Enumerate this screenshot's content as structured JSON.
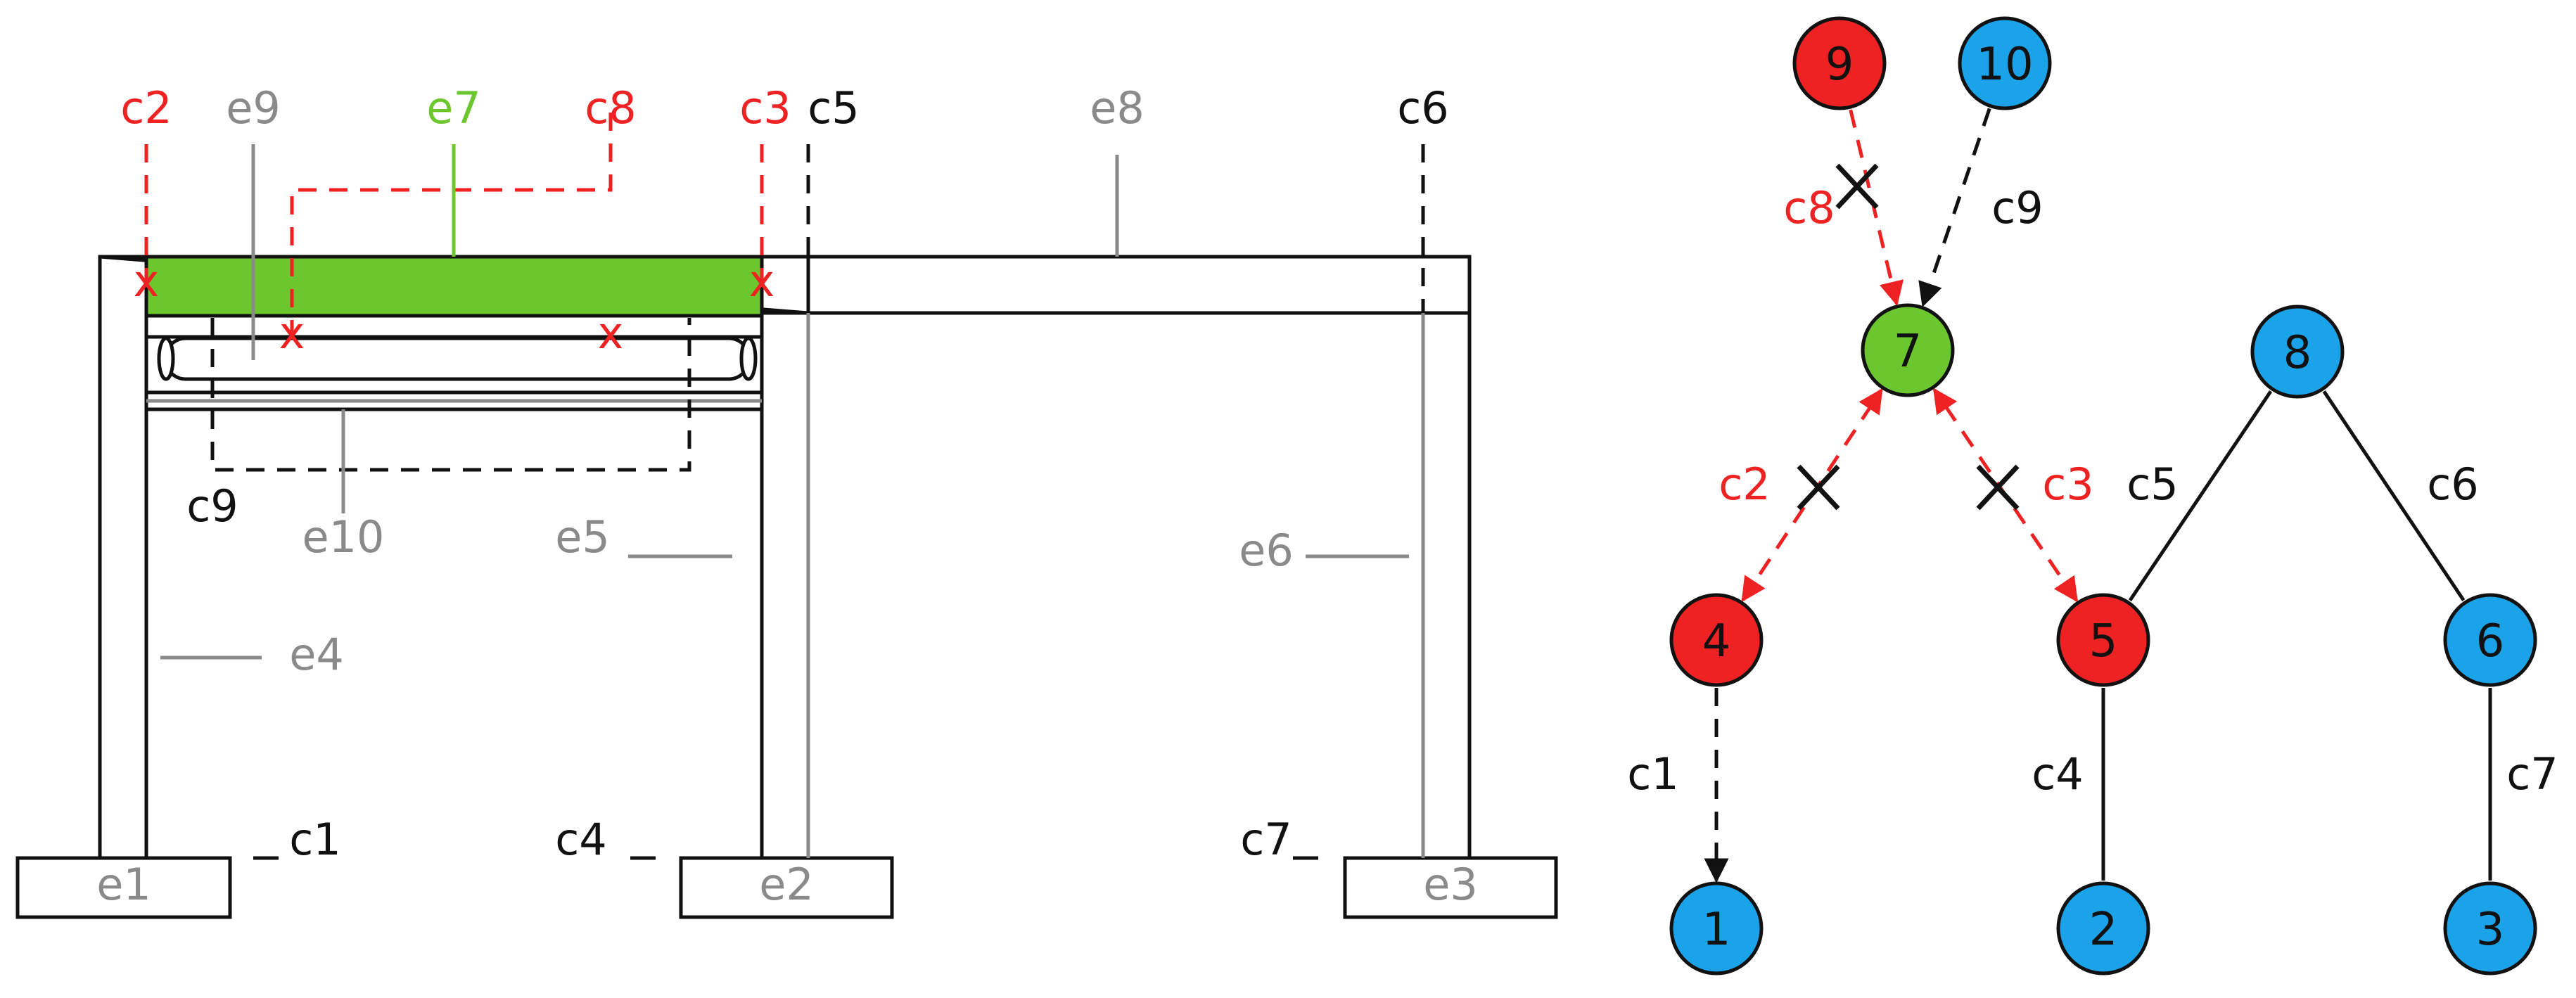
{
  "structure": {
    "element_labels": {
      "e1": "e1",
      "e2": "e2",
      "e3": "e3",
      "e4": "e4",
      "e5": "e5",
      "e6": "e6",
      "e7": "e7",
      "e8": "e8",
      "e9": "e9",
      "e10": "e10"
    },
    "connection_labels": {
      "c1": "c1",
      "c2": "c2",
      "c3": "c3",
      "c4": "c4",
      "c5": "c5",
      "c6": "c6",
      "c7": "c7",
      "c8": "c8",
      "c9": "c9"
    },
    "cut_mark": "x"
  },
  "graph": {
    "nodes": [
      {
        "id": "1",
        "label": "1",
        "color": "#1aa3e8"
      },
      {
        "id": "2",
        "label": "2",
        "color": "#1aa3e8"
      },
      {
        "id": "3",
        "label": "3",
        "color": "#1aa3e8"
      },
      {
        "id": "4",
        "label": "4",
        "color": "#ee2222"
      },
      {
        "id": "5",
        "label": "5",
        "color": "#ee2222"
      },
      {
        "id": "6",
        "label": "6",
        "color": "#1aa3e8"
      },
      {
        "id": "7",
        "label": "7",
        "color": "#6cc62e"
      },
      {
        "id": "8",
        "label": "8",
        "color": "#1aa3e8"
      },
      {
        "id": "9",
        "label": "9",
        "color": "#ee2222"
      },
      {
        "id": "10",
        "label": "10",
        "color": "#1aa3e8"
      }
    ],
    "edges": [
      {
        "id": "c1",
        "label": "c1",
        "from": "4",
        "to": "1",
        "style": "dashed",
        "color": "#111111",
        "arrow": "end",
        "cut": false
      },
      {
        "id": "c2",
        "label": "c2",
        "from": "4",
        "to": "7",
        "style": "dashed",
        "color": "#ee2222",
        "arrow": "both",
        "cut": true
      },
      {
        "id": "c3",
        "label": "c3",
        "from": "5",
        "to": "7",
        "style": "dashed",
        "color": "#ee2222",
        "arrow": "both",
        "cut": true
      },
      {
        "id": "c4",
        "label": "c4",
        "from": "5",
        "to": "2",
        "style": "solid",
        "color": "#111111",
        "arrow": "none",
        "cut": false
      },
      {
        "id": "c5",
        "label": "c5",
        "from": "5",
        "to": "8",
        "style": "solid",
        "color": "#111111",
        "arrow": "none",
        "cut": false
      },
      {
        "id": "c6",
        "label": "c6",
        "from": "6",
        "to": "8",
        "style": "solid",
        "color": "#111111",
        "arrow": "none",
        "cut": false
      },
      {
        "id": "c7",
        "label": "c7",
        "from": "6",
        "to": "3",
        "style": "solid",
        "color": "#111111",
        "arrow": "none",
        "cut": false
      },
      {
        "id": "c8",
        "label": "c8",
        "from": "9",
        "to": "7",
        "style": "dashed",
        "color": "#ee2222",
        "arrow": "end",
        "cut": true
      },
      {
        "id": "c9",
        "label": "c9",
        "from": "10",
        "to": "7",
        "style": "dashed",
        "color": "#111111",
        "arrow": "end",
        "cut": false
      }
    ]
  },
  "colors": {
    "red": "#ee2222",
    "blue": "#1aa3e8",
    "green": "#6cc62e",
    "gray": "#8a8a8a",
    "black": "#111111"
  }
}
